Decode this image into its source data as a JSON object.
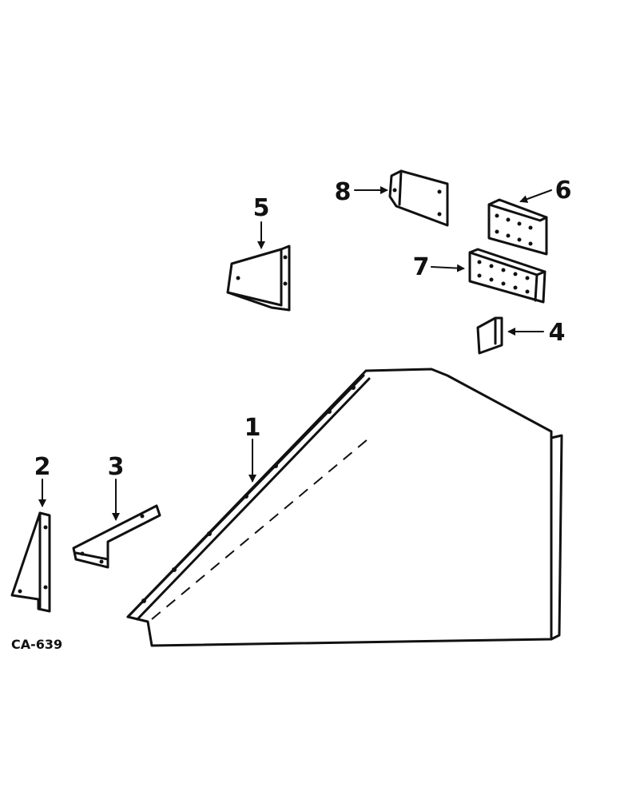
{
  "diagram_code": "CA-639",
  "callouts": [
    {
      "label": "1",
      "part": "hood-panel"
    },
    {
      "label": "2",
      "part": "triangle-bracket"
    },
    {
      "label": "3",
      "part": "angle-bar"
    },
    {
      "label": "4",
      "part": "small-angle-clip"
    },
    {
      "label": "5",
      "part": "gusset-bracket"
    },
    {
      "label": "6",
      "part": "channel-bracket-upper"
    },
    {
      "label": "7",
      "part": "channel-bracket-lower"
    },
    {
      "label": "8",
      "part": "mounting-plate"
    }
  ]
}
